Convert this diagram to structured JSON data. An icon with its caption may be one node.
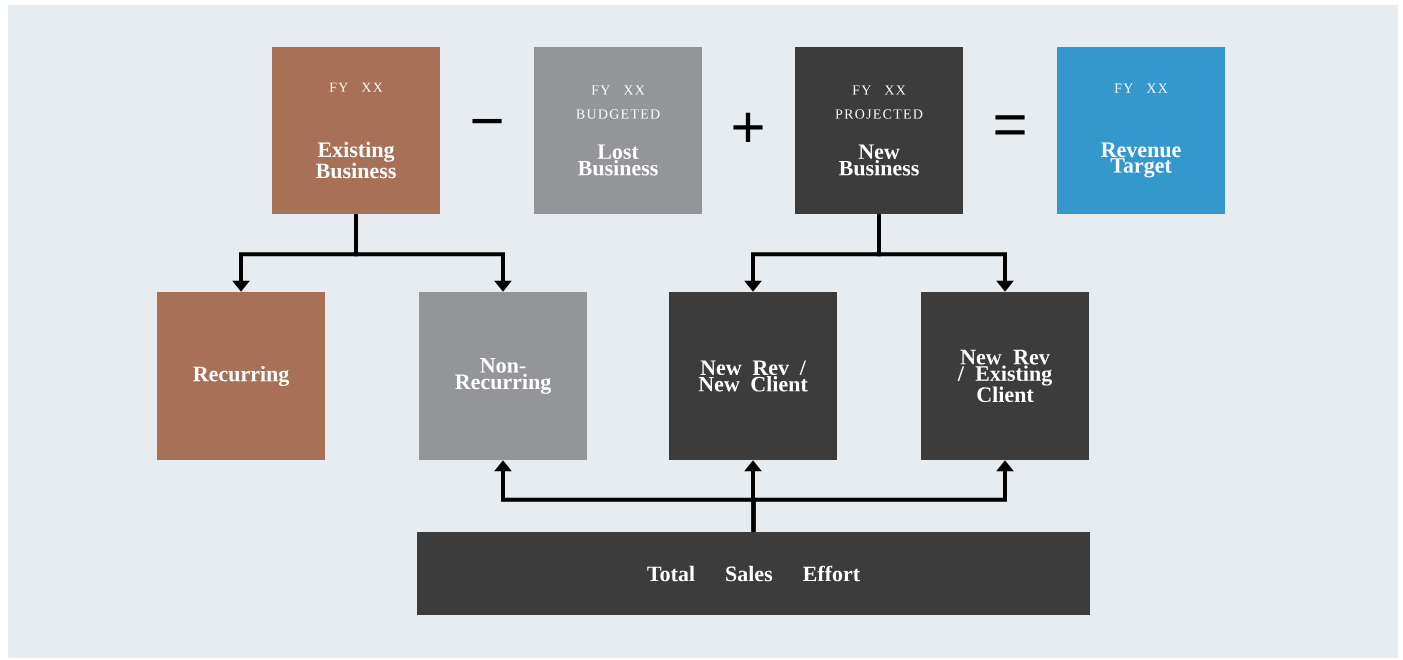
{
  "diagram": {
    "nodes": [
      {
        "text": [
          "FY XX",
          "Existing Business"
        ]
      },
      {
        "text": [
          "FY XX BUDGETED",
          "Lost Business"
        ]
      },
      {
        "text": [
          "FY XX PROJECTED",
          "New Business"
        ]
      },
      {
        "text": [
          "FY XX",
          "Revenue Target"
        ]
      },
      {
        "text": [
          "Recurring"
        ]
      },
      {
        "text": [
          "Non-Recurring"
        ]
      },
      {
        "text": [
          "New Rev / New Client"
        ]
      },
      {
        "text": [
          "New Rev / Existing Client"
        ]
      },
      {
        "text": [
          "Total Sales Effort"
        ]
      }
    ],
    "edges": [
      {
        "from": 0,
        "to": 4,
        "arrow": "to"
      },
      {
        "from": 0,
        "to": 5,
        "arrow": "to"
      },
      {
        "from": 2,
        "to": 6,
        "arrow": "to"
      },
      {
        "from": 2,
        "to": 7,
        "arrow": "to"
      },
      {
        "from": 8,
        "to": 5,
        "arrow": "to"
      },
      {
        "from": 8,
        "to": 6,
        "arrow": "to"
      },
      {
        "from": 8,
        "to": 7,
        "arrow": "to"
      }
    ],
    "labels": [
      "−",
      "+",
      "="
    ]
  }
}
